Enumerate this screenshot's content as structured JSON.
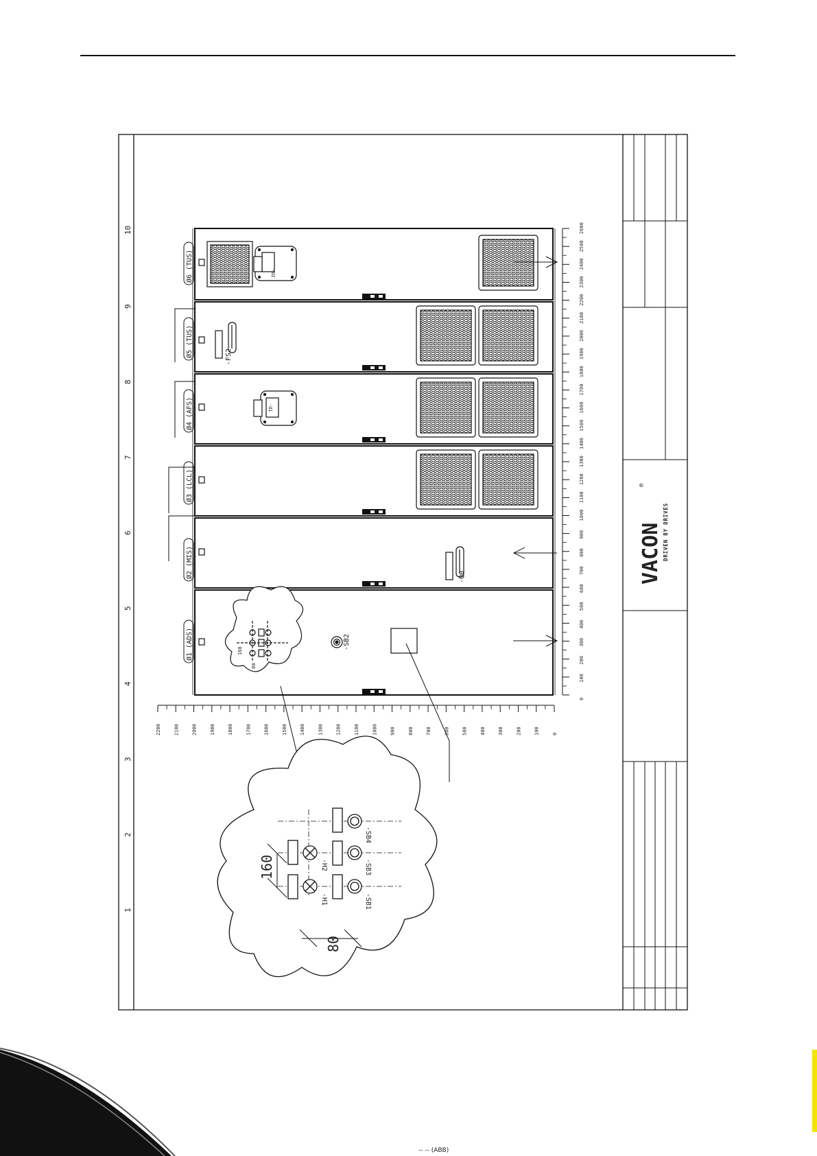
{
  "frame": {
    "grid_numbers": [
      "1",
      "2",
      "3",
      "4",
      "5",
      "6",
      "7",
      "8",
      "9",
      "10"
    ]
  },
  "cabinets": [
    {
      "label": "Ø1 (ADS)"
    },
    {
      "label": "Ø2 (MIS)"
    },
    {
      "label": "Ø3 (LCL)"
    },
    {
      "label": "Ø4 (AFS)"
    },
    {
      "label": "Ø5 (TUS)"
    },
    {
      "label": "Ø6 (TUS)"
    }
  ],
  "components": {
    "u1": "-U1",
    "u2": "-U2",
    "fs2": "-FS2",
    "q0": "-Q0",
    "sb2": "-SB2"
  },
  "cloud_small": {
    "dim_top": "160",
    "dim_side": "80"
  },
  "cloud_large": {
    "h1": "-H1",
    "h2": "-H2",
    "sb1": "-SB1",
    "sb3": "-SB3",
    "sb4": "-SB4",
    "dim_160": "160",
    "dim_80": "80"
  },
  "scale_horizontal": [
    "0",
    "100",
    "200",
    "300",
    "400",
    "500",
    "600",
    "700",
    "800",
    "900",
    "1000",
    "1100",
    "1200",
    "1300",
    "1400",
    "1500",
    "1600",
    "1700",
    "1800",
    "1900",
    "2000",
    "2100",
    "2200",
    "2300",
    "2400",
    "2500",
    "2600"
  ],
  "scale_vertical": [
    "2200",
    "2100",
    "2000",
    "1900",
    "1800",
    "1700",
    "1600",
    "1500",
    "1400",
    "1300",
    "1200",
    "1100",
    "1000",
    "900",
    "800",
    "700",
    "600",
    "500",
    "400",
    "300",
    "200",
    "100",
    "0"
  ],
  "logo": {
    "name": "VACON",
    "registered": "®",
    "tagline": "DRIVEN BY DRIVES",
    "brand_color": "#1e6fc4",
    "tagline_color": "#2e9a48"
  },
  "footer_fragment": "-- -- (ABB)"
}
